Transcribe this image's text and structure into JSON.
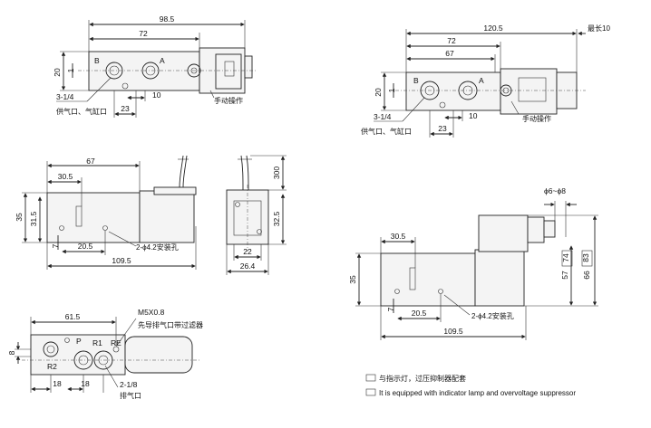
{
  "views": {
    "top_left": {
      "dims": {
        "overall": "98.5",
        "inner": "72",
        "height": "20",
        "offset_small": "1",
        "seg_10": "10",
        "seg_23": "23"
      },
      "ports": {
        "b": "B",
        "a": "A"
      },
      "labels": {
        "supply": "3-1/4",
        "supply_cn": "供气口、气缸口",
        "manual": "手动操作"
      }
    },
    "top_right": {
      "dims": {
        "overall": "120.5",
        "max_len": "最长10",
        "inner": "72",
        "inner2": "67",
        "height": "20",
        "offset_small": "1",
        "seg_10": "10",
        "seg_23": "23"
      },
      "ports": {
        "b": "B",
        "a": "A"
      },
      "labels": {
        "supply": "3-1/4",
        "supply_cn": "供气口、气缸口",
        "manual": "手动操作"
      }
    },
    "side_left": {
      "dims": {
        "length": "67",
        "d30": "30.5",
        "h35": "35",
        "h31": "31.5",
        "d7": "7",
        "d20": "20.5",
        "total": "109.5"
      },
      "labels": {
        "mount": "2-ϕ4.2安装孔"
      }
    },
    "end_view": {
      "dims": {
        "h300": "300",
        "h32": "32.5",
        "w22": "22",
        "w26": "26.4"
      }
    },
    "side_right": {
      "dims": {
        "cable": "ϕ6~ϕ8",
        "d30": "30.5",
        "h35": "35",
        "d7": "7",
        "d20": "20.5",
        "total": "109.5",
        "h74": "74",
        "h57": "57",
        "h83": "83",
        "h66": "66"
      },
      "labels": {
        "mount": "2-ϕ4.2安装孔"
      }
    },
    "bottom_view": {
      "dims": {
        "w61": "61.5",
        "h8": "8",
        "w18a": "18",
        "w18b": "18"
      },
      "ports": {
        "p": "P",
        "r1": "R1",
        "re": "RE",
        "r2": "R2"
      },
      "labels": {
        "m5": "M5X0.8",
        "pilot_cn": "先导排气口带过滤器",
        "exhaust": "2-1/8",
        "exhaust_cn": "排气口"
      }
    }
  },
  "notes": {
    "cn": "与指示灯，过压抑制器配套",
    "en": "It is equipped with indicator lamp and overvoltage suppressor"
  }
}
